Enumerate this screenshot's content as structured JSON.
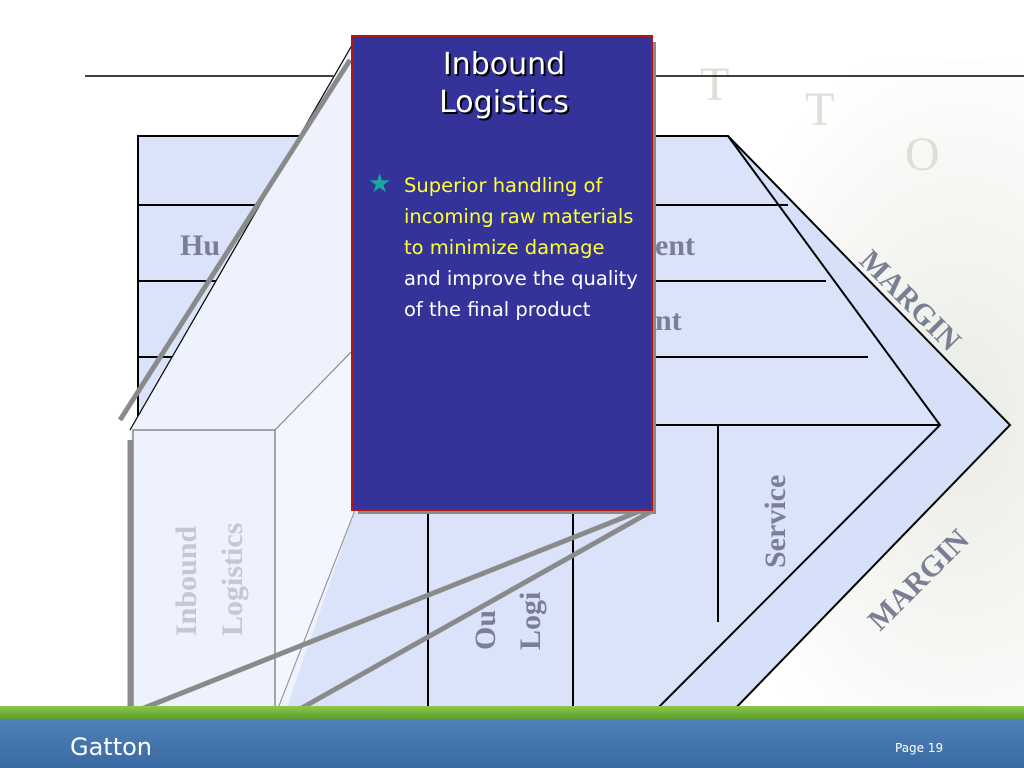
{
  "slide": {
    "support_rows": [
      "Hu",
      "ent",
      "nt"
    ],
    "margin_labels": [
      "MARGIN",
      "MARGIN"
    ],
    "primary_columns": {
      "inbound": [
        "Inbound",
        "Logistics"
      ],
      "outbound": [
        "Ou",
        "Logi"
      ],
      "service": "Service"
    },
    "watermark_letters": [
      "T",
      "T",
      "O"
    ],
    "callout": {
      "title_line1": "Inbound",
      "title_line2": "Logistics",
      "bullet_icon": "star-icon",
      "bullet_highlight": "Superior handling of incoming raw materials to minimize damage",
      "bullet_rest": "and improve the quality of the  final product"
    },
    "footer": {
      "brand": "Gatton",
      "page": "Page 19"
    },
    "colors": {
      "chain_fill": "#d6e0f8",
      "callout_bg": "#33339a",
      "highlight_text": "#ffff33",
      "star": "#1aa89c",
      "footer_blue": "#4a79b0",
      "footer_green": "#7ab83e"
    }
  }
}
